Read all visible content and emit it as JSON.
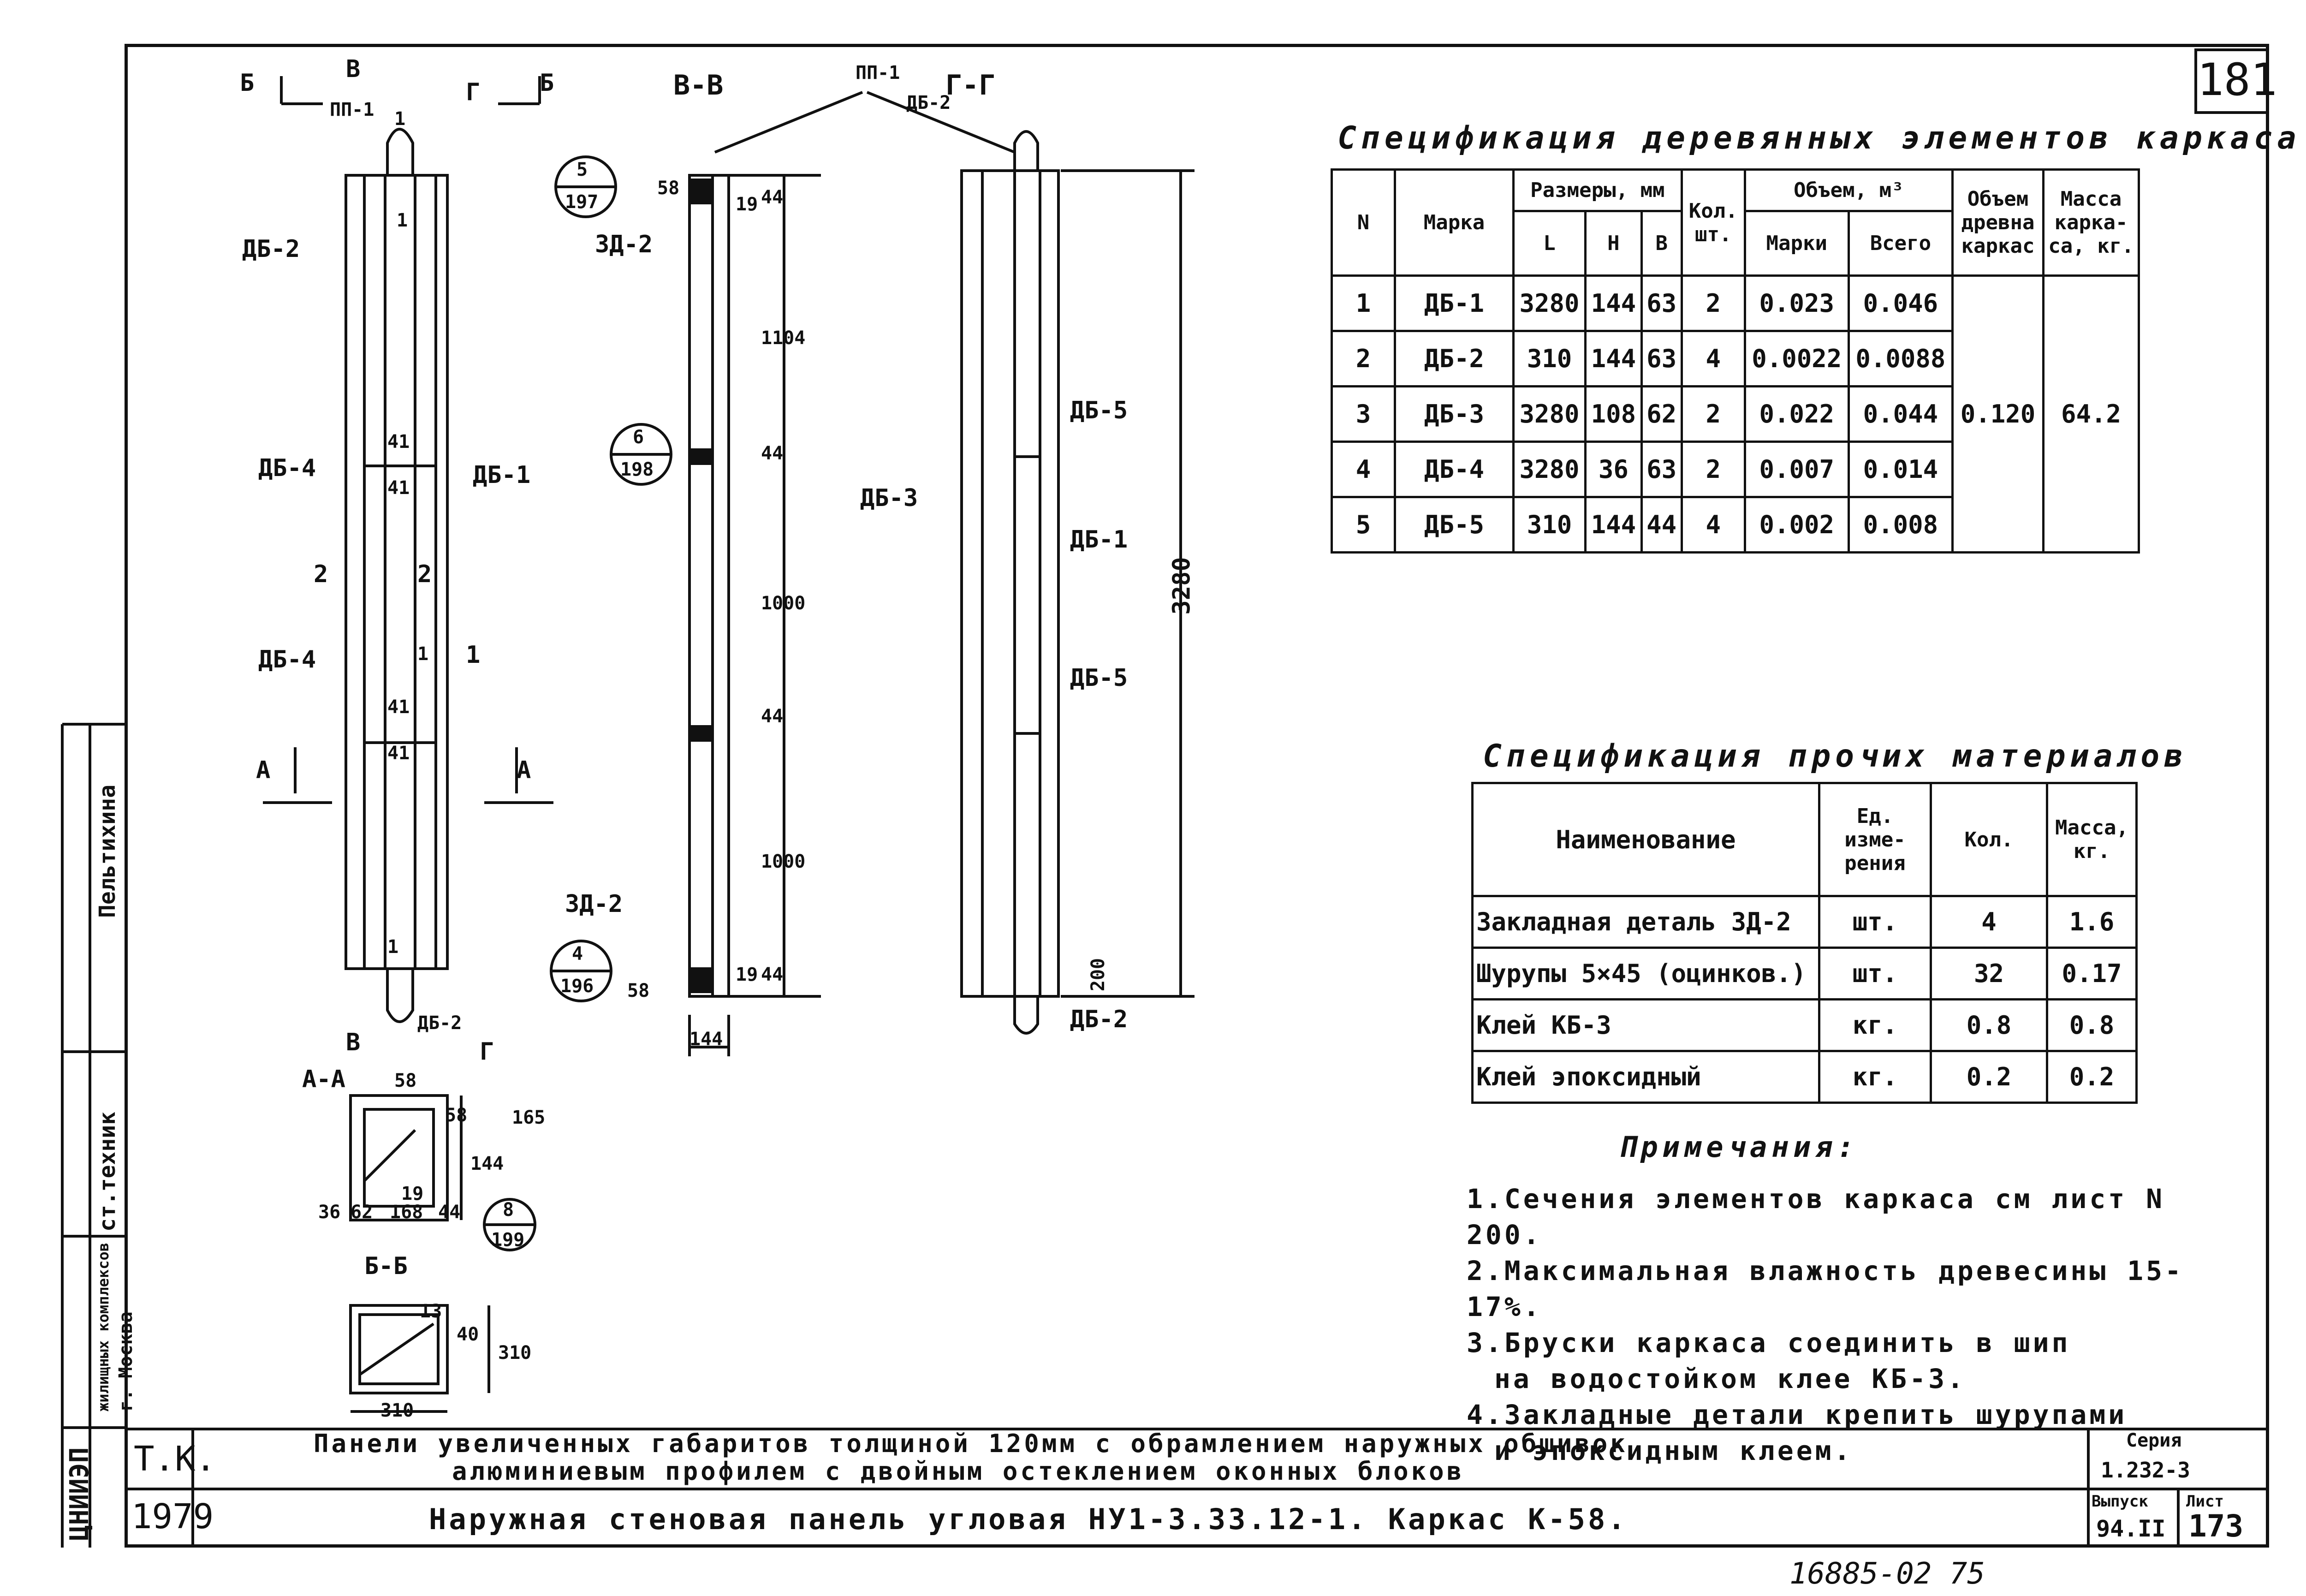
{
  "sheet_corner_number": "181",
  "drawing_labels": {
    "section_b": "Б",
    "section_v": "В",
    "section_g": "Г",
    "section_b2": "Б",
    "pp1_a": "ПП-1",
    "db2_top": "ДБ-2",
    "db4_upper": "ДБ-4",
    "db1_left": "ДБ-1",
    "db4_lower": "ДБ-4",
    "num_2_left": "2",
    "num_2_right": "2",
    "num_1_right": "1",
    "num_1_mid": "1",
    "num_41_a": "41",
    "num_41_b": "41",
    "num_41_c": "41",
    "num_41_d": "41",
    "num_1_top": "1",
    "num_1_top2": "1",
    "num_1_bottom": "1",
    "a_left": "А",
    "a_right": "А",
    "v_bottom": "В",
    "g_bottom": "Г",
    "db2_bottom": "ДБ-2",
    "section_vv": "В-В",
    "section_gg": "Г-Г",
    "pp1_b": "ПП-1",
    "db2_gg": "ДБ-2",
    "circle1_top": "5",
    "circle1_bottom": "197",
    "circle2_top": "6",
    "circle2_bottom": "198",
    "circle3_top": "4",
    "circle3_bottom": "196",
    "circle4_top": "8",
    "circle4_bottom": "199",
    "zd2_top": "ЗД-2",
    "zd2_bottom": "ЗД-2",
    "dim_58_top": "58",
    "dim_19_top": "19",
    "dim_44_top": "44",
    "dim_1104": "1104",
    "dim_44_a": "44",
    "dim_1000_a": "1000",
    "dim_44_b": "44",
    "dim_1000_b": "1000",
    "dim_19_bottom": "19",
    "dim_44_bottom": "44",
    "dim_58_bottom": "58",
    "dim_144": "144",
    "db3": "ДБ-3",
    "db5_a": "ДБ-5",
    "db1_b": "ДБ-1",
    "db5_b": "ДБ-5",
    "db2_c": "ДБ-2",
    "dim_3280": "3280",
    "dim_200": "200",
    "section_aa": "А-А",
    "aa_58": "58",
    "aa_58b": "58",
    "aa_144": "144",
    "aa_165": "165",
    "aa_36": "36",
    "aa_62": "62",
    "aa_168": "168",
    "aa_19": "19",
    "aa_44": "44",
    "section_bb": "Б-Б",
    "bb_13": "13",
    "bb_40": "40",
    "bb_310v": "310",
    "bb_310h": "310"
  },
  "wood_spec": {
    "title": "Спецификация деревянных элементов каркаса",
    "headers": {
      "n": "N",
      "mark": "Марка",
      "sizes": "Размеры, мм",
      "l": "L",
      "h": "H",
      "b": "B",
      "qty": "Кол. шт.",
      "volume": "Объем, м³",
      "vol_mark": "Марки",
      "vol_total": "Всего",
      "vol_frame": "Объем древна каркас",
      "mass": "Масса карка-са, кг."
    },
    "rows": [
      {
        "n": "1",
        "mark": "ДБ-1",
        "l": "3280",
        "h": "144",
        "b": "63",
        "qty": "2",
        "vm": "0.023",
        "vt": "0.046"
      },
      {
        "n": "2",
        "mark": "ДБ-2",
        "l": "310",
        "h": "144",
        "b": "63",
        "qty": "4",
        "vm": "0.0022",
        "vt": "0.0088"
      },
      {
        "n": "3",
        "mark": "ДБ-3",
        "l": "3280",
        "h": "108",
        "b": "62",
        "qty": "2",
        "vm": "0.022",
        "vt": "0.044"
      },
      {
        "n": "4",
        "mark": "ДБ-4",
        "l": "3280",
        "h": "36",
        "b": "63",
        "qty": "2",
        "vm": "0.007",
        "vt": "0.014"
      },
      {
        "n": "5",
        "mark": "ДБ-5",
        "l": "310",
        "h": "144",
        "b": "44",
        "qty": "4",
        "vm": "0.002",
        "vt": "0.008"
      }
    ],
    "frame_volume": "0.120",
    "frame_mass": "64.2"
  },
  "other_spec": {
    "title": "Спецификация прочих материалов",
    "headers": {
      "name": "Наименование",
      "unit": "Ед. изме-рения",
      "qty": "Кол.",
      "mass": "Масса, кг."
    },
    "rows": [
      {
        "name": "Закладная деталь ЗД-2",
        "unit": "шт.",
        "qty": "4",
        "mass": "1.6"
      },
      {
        "name": "Шурупы 5×45 (оцинков.)",
        "unit": "шт.",
        "qty": "32",
        "mass": "0.17"
      },
      {
        "name": "Клей КБ-3",
        "unit": "кг.",
        "qty": "0.8",
        "mass": "0.8"
      },
      {
        "name": "Клей эпоксидный",
        "unit": "кг.",
        "qty": "0.2",
        "mass": "0.2"
      }
    ]
  },
  "notes": {
    "title": "Примечания:",
    "items": [
      "1.Сечения элементов каркаса см лист N 200.",
      "2.Максимальная влажность древесины 15-17%.",
      "3.Бруски каркаса соединить в шип",
      "на водостойком клее КБ-3.",
      "4.Закладные детали крепить шурупами",
      "и эпоксидным клеем."
    ]
  },
  "stamp": {
    "org": "Т.К.",
    "year": "1979",
    "title_line1": "Панели увеличенных габаритов толщиной 120мм с обрамлением наружных обшивок",
    "title_line2": "алюминиевым профилем с двойным остеклением оконных блоков",
    "title_line3": "Наружная стеновая панель угловая НУ1-3.33.12-1. Каркас К-58.",
    "series_label": "Серия",
    "series_value": "1.232-3",
    "issue_label": "Выпуск",
    "issue_value": "94.II",
    "sheet_label": "Лист",
    "sheet_value": "173",
    "side_org1": "ЦНИИЭП",
    "side_org2": "г. Москва",
    "side_org3": "жилищных комплексов",
    "side_role": "ст.техник",
    "side_name": "Пельтихина"
  },
  "bottom_code": "16885-02 75"
}
